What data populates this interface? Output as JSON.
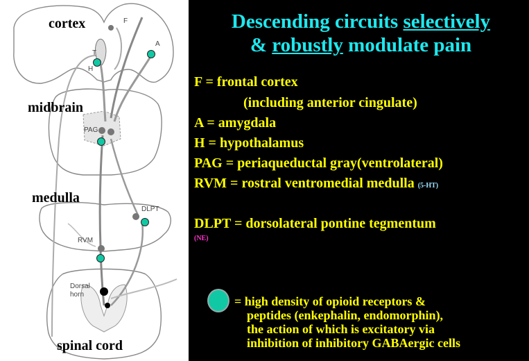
{
  "slide": {
    "title_parts": [
      {
        "text": "Descending circuits ",
        "underline": false
      },
      {
        "text": "selectively",
        "underline": true
      },
      {
        "text": "& ",
        "underline": false,
        "break_before": true
      },
      {
        "text": "robustly",
        "underline": true
      },
      {
        "text": " modulate pain",
        "underline": false
      }
    ],
    "definitions": [
      {
        "text": "F = frontal cortex"
      },
      {
        "text": "(including anterior cingulate)"
      },
      {
        "text": "A = amygdala"
      },
      {
        "text": "H = hypothalamus"
      },
      {
        "text": "PAG = periaqueductal gray(ventrolateral)"
      },
      {
        "text": "RVM = rostral ventromedial medulla",
        "note": "(5-HT)",
        "note_color": "#9fe3ff"
      },
      {
        "text": "DLPT = dorsolateral pontine tegmentum"
      },
      {
        "text": "(NE)",
        "note_color": "#ff33cc"
      }
    ],
    "legend": {
      "swatch_color": "#10c9a4",
      "lines": [
        "= high density of opioid receptors &",
        "peptides (enkephalin, endomorphin),",
        "the action of which is excitatory via",
        "inhibition of inhibitory GABAergic cells"
      ]
    },
    "colors": {
      "title": "#1ee8ee",
      "definition": "#ffff00",
      "background": "#000000"
    }
  },
  "diagram": {
    "region_labels": [
      "cortex",
      "midbrain",
      "medulla",
      "spinal cord"
    ],
    "structure_labels": [
      "F",
      "A",
      "T",
      "H",
      "PAG",
      "DLPT",
      "RVM",
      "Dorsal horn"
    ],
    "opioid_site_color": "#10c9a4"
  }
}
